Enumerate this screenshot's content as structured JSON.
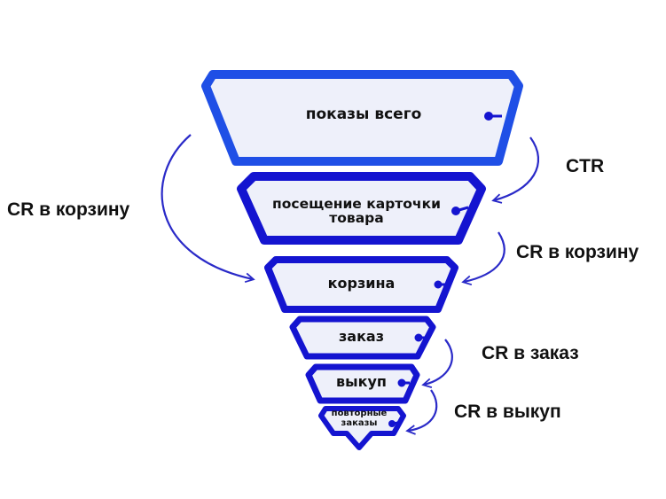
{
  "stages": [
    {
      "label": "показы всего"
    },
    {
      "label": "посещение карточки товара"
    },
    {
      "label": "корзина"
    },
    {
      "label": "заказ"
    },
    {
      "label": "выкуп"
    },
    {
      "label": "повторные заказы"
    }
  ],
  "metrics": {
    "cr_cart_left": "CR в корзину",
    "ctr": "CTR",
    "cr_cart_right": "CR в корзину",
    "cr_order": "CR в заказ",
    "cr_buyout": "CR в выкуп"
  },
  "colors": {
    "primary": "#1f4fe6",
    "dark": "#1414d0",
    "fill": "#eef0fa",
    "arrow": "#2a2ac8"
  }
}
